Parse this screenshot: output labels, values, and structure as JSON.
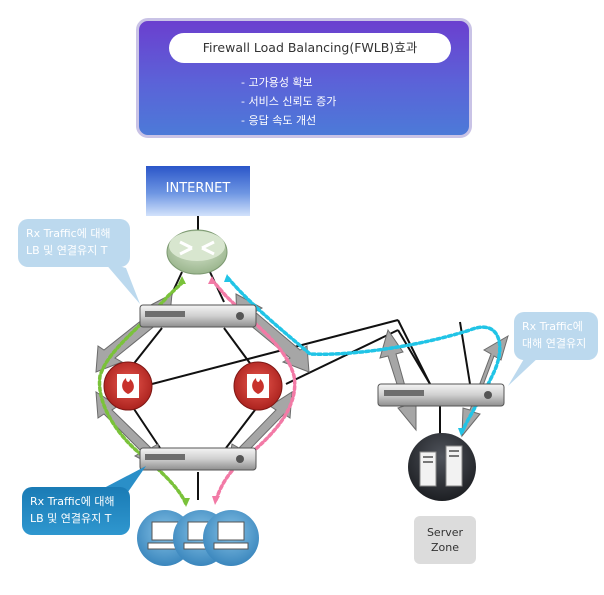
{
  "title_box": {
    "heading": "Firewall Load Balancing(FWLB)효과",
    "benefits": [
      "- 고가용성 확보",
      "- 서비스 신뢰도 증가",
      "- 응답 속도 개선"
    ]
  },
  "internet_label": "INTERNET",
  "callouts": {
    "top_left": {
      "line1": "Rx Traffic에 대해",
      "line2": "LB 및 연결유지 T"
    },
    "right": {
      "line1": "Rx Traffic에",
      "line2": "대해 연결유지"
    },
    "bottom_left": {
      "line1": "Rx Traffic에 대해",
      "line2": "LB 및 연결유지 T"
    }
  },
  "server_zone": {
    "line1": "Server",
    "line2": "Zone"
  },
  "colors": {
    "title_gradient_top": "#6b3fcf",
    "title_gradient_bottom": "#4c7ad8",
    "internet_blue": "#2b56c9",
    "firewall_red": "#c8322c",
    "router_green": "#b9cfae",
    "client_blue": "#3e8fc4",
    "server_dark": "#2a2d33",
    "path_green": "#7ac23a",
    "path_pink": "#f27aa6",
    "path_cyan": "#21c4e6"
  },
  "icons": [
    "router-icon",
    "firewall-icon",
    "load-balancer-icon",
    "client-pc-icon",
    "server-icon"
  ]
}
